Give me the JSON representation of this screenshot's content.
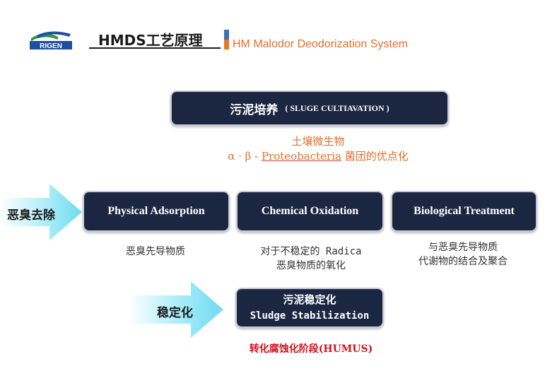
{
  "header": {
    "title": "HMDS工艺原理",
    "subtitle": "HM Malodor Deodorization System",
    "logo_text": "RIGEN"
  },
  "top_box": {
    "title": "污泥培养",
    "title_en": "( SLUGE CULTIAVATION )"
  },
  "soil_note": {
    "line1": "土壤微生物",
    "line2_prefix": "α · β - ",
    "line2_term": "Proteobacteria",
    "line2_suffix": " 菌团的优点化"
  },
  "arrow1_label": "恶臭去除",
  "processes": [
    {
      "label": "Physical Adsorption",
      "note_lines": [
        "恶臭先导物质"
      ]
    },
    {
      "label": "Chemical Oxidation",
      "note_lines": [
        "对于不稳定的 Radica",
        "恶臭物质的氧化"
      ]
    },
    {
      "label": "Biological Treatment",
      "note_lines": [
        "与恶臭先导物质",
        "代谢物的结合及聚合"
      ]
    }
  ],
  "arrow2_label": "稳定化",
  "stabilization": {
    "title": "污泥稳定化",
    "title_en": "Sludge Stabilization"
  },
  "humus_note": "转化腐蚀化阶段(HUMUS)",
  "colors": {
    "box_fill": "#1b2640",
    "accent_orange": "#e0702a",
    "accent_red": "#d4111b",
    "arrow_cyan": "#7fe0f2",
    "logo_blue": "#1f4fa3",
    "logo_green": "#2f9a3a"
  }
}
